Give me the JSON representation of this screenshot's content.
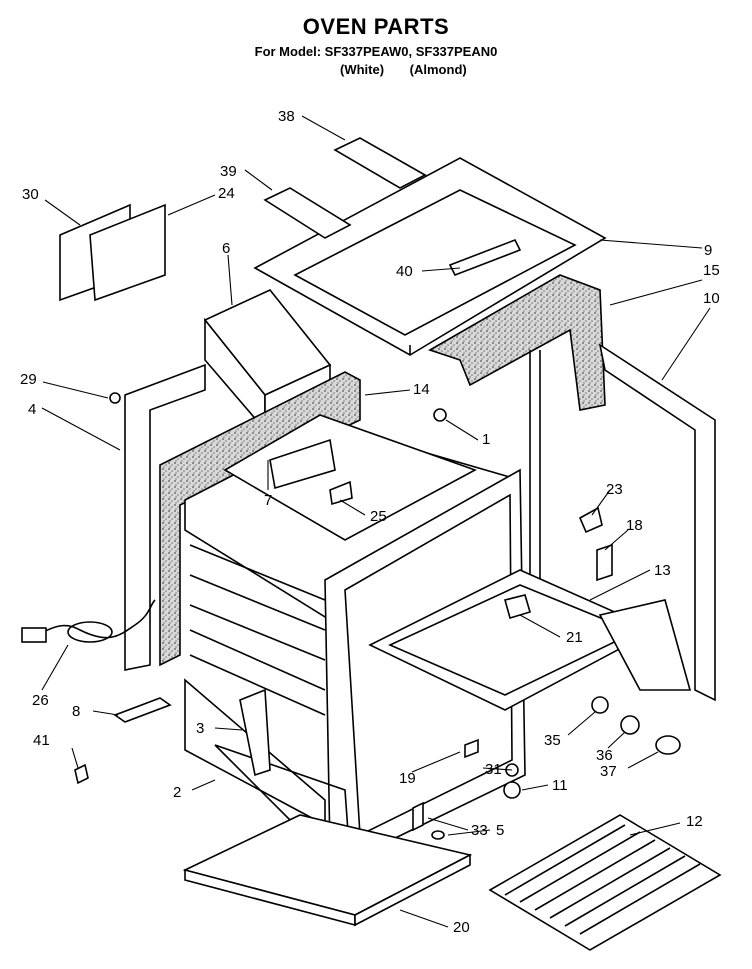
{
  "header": {
    "title": "OVEN PARTS",
    "model_line": "For Model: SF337PEAW0, SF337PEAN0",
    "variant_white": "(White)",
    "variant_almond": "(Almond)"
  },
  "callouts": [
    "38",
    "39",
    "30",
    "24",
    "6",
    "9",
    "40",
    "15",
    "10",
    "29",
    "4",
    "14",
    "1",
    "23",
    "7",
    "25",
    "18",
    "13",
    "21",
    "26",
    "8",
    "3",
    "35",
    "36",
    "41",
    "19",
    "31",
    "11",
    "37",
    "2",
    "33",
    "5",
    "12",
    "20"
  ],
  "colors": {
    "line": "#000000",
    "insulation": "#9a9a9a"
  }
}
